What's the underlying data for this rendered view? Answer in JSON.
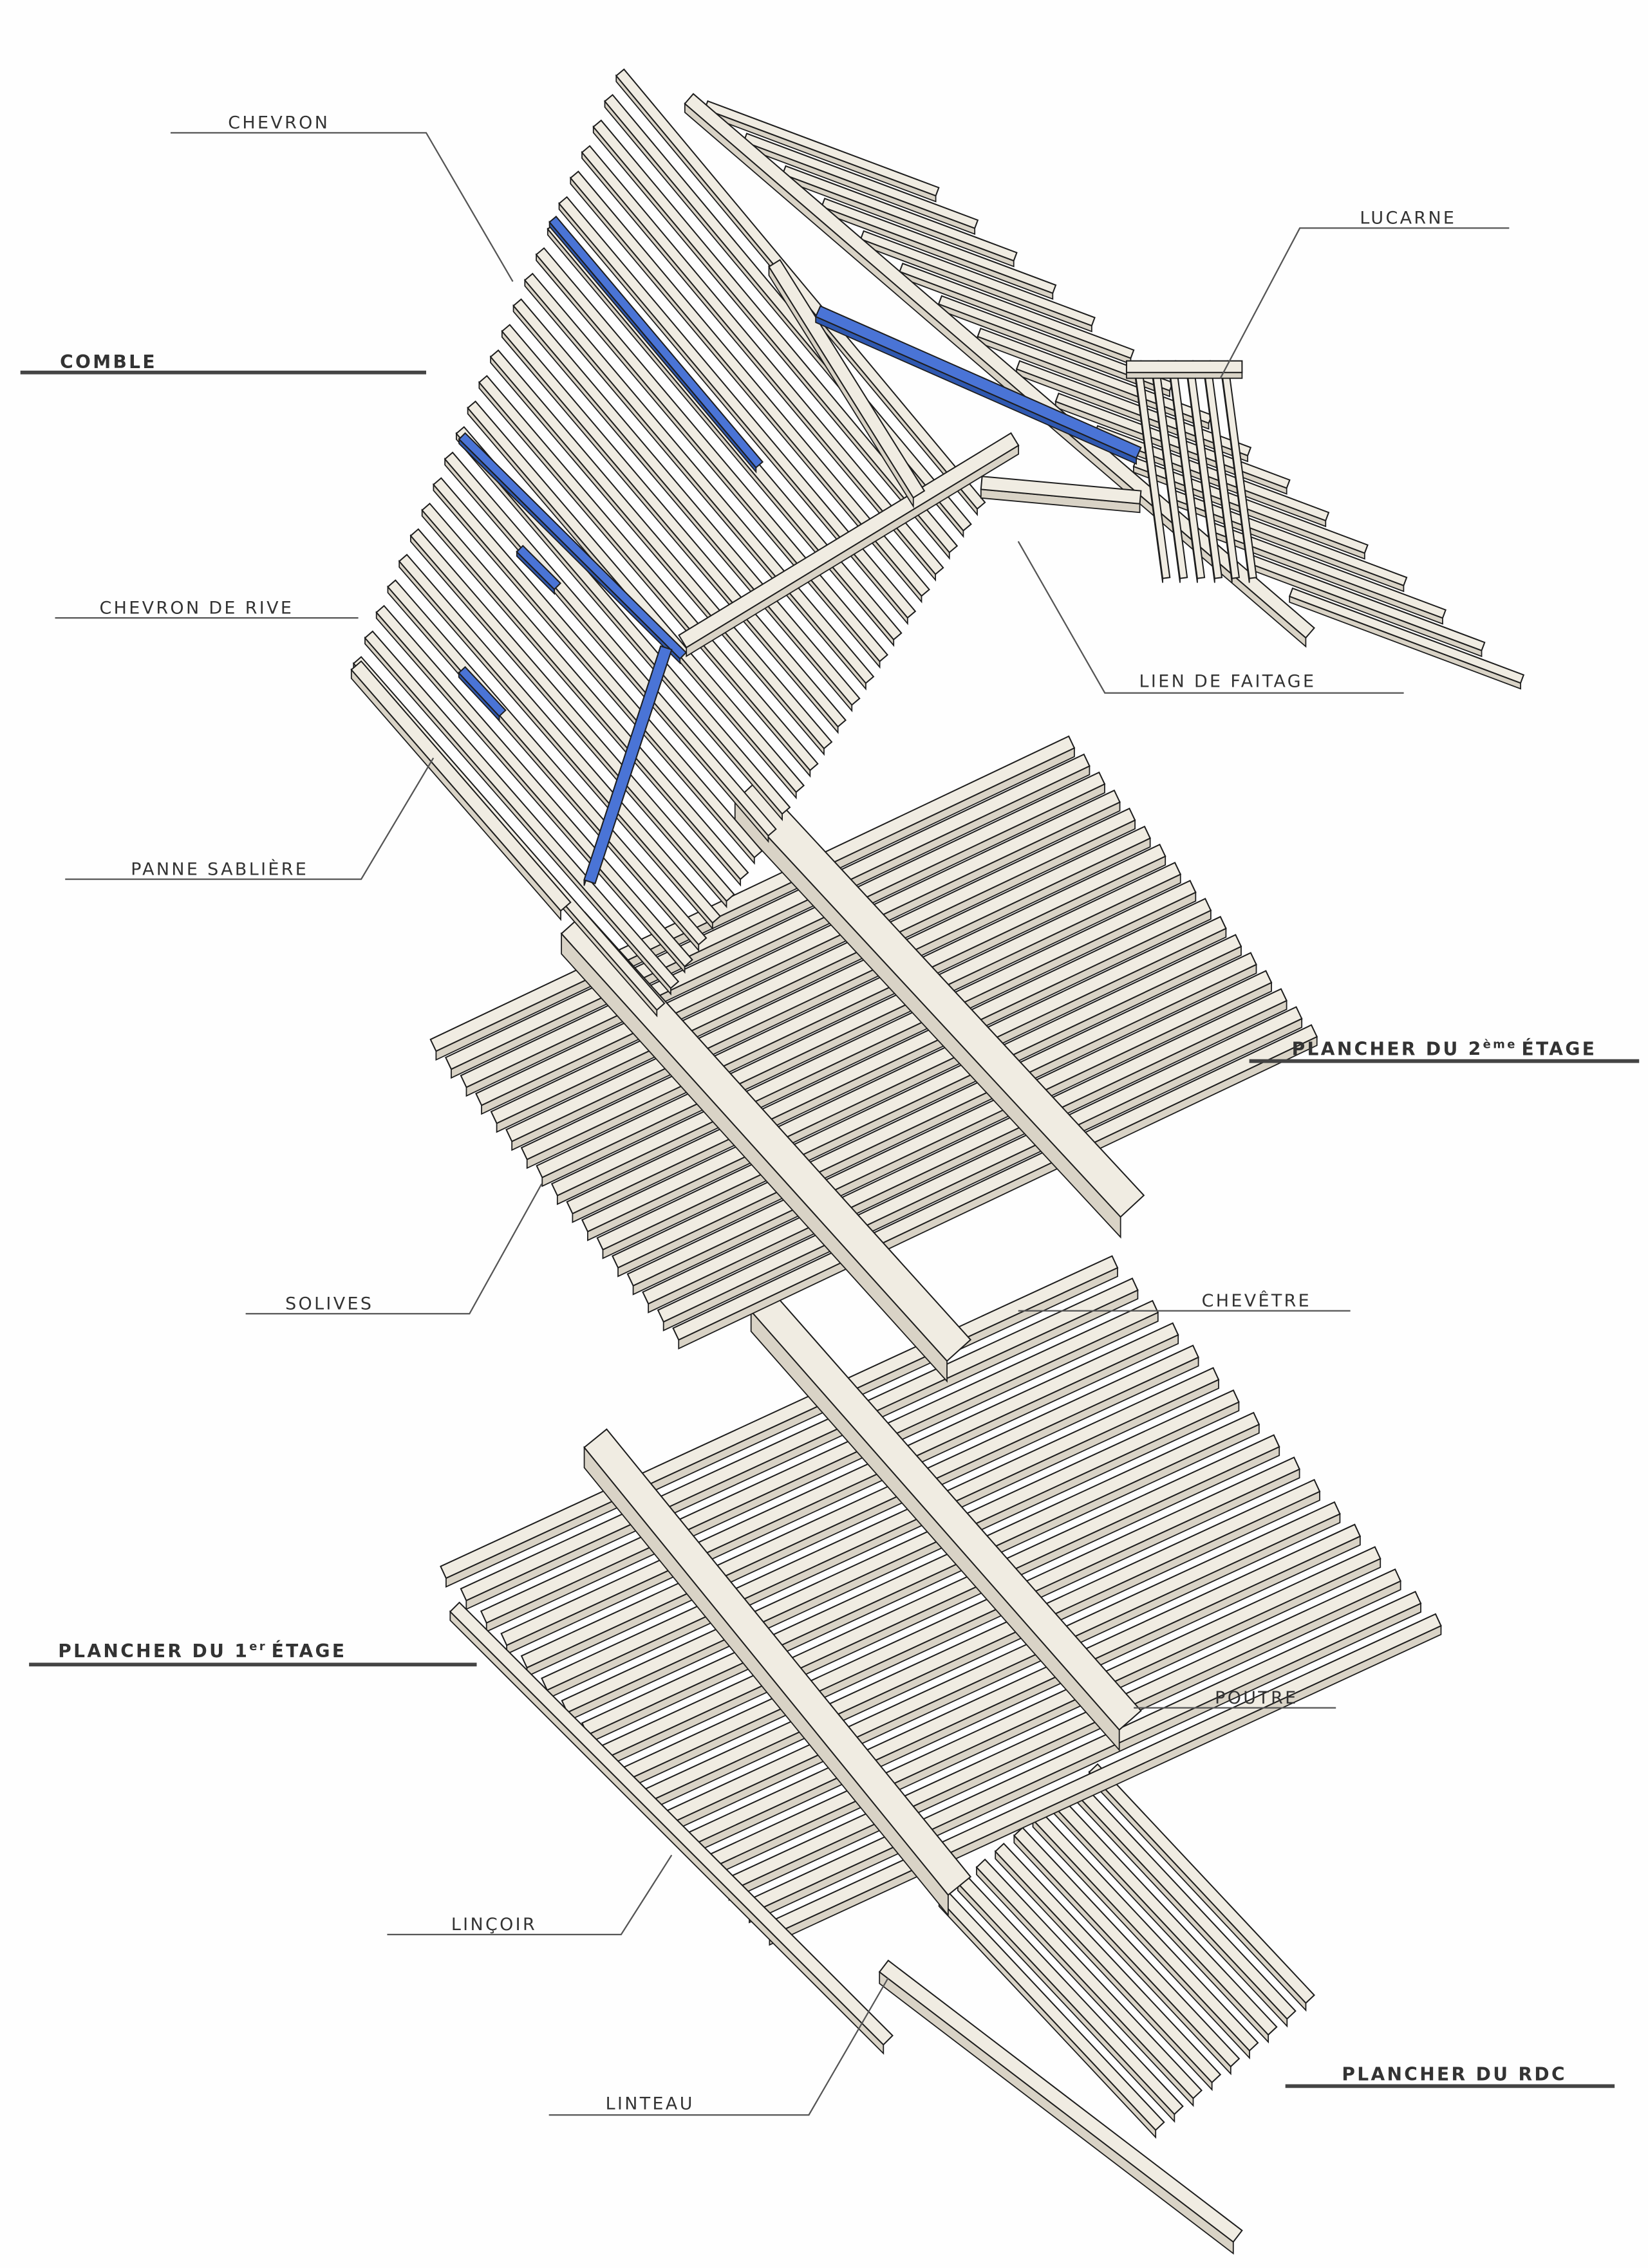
{
  "title": "Structure bois – vue éclatée",
  "labels": {
    "chevron": "CHEVRON",
    "lucarne": "LUCARNE",
    "comble": "COMBLE",
    "chevron_de_rive": "CHEVRON DE RIVE",
    "lien_de_faitage": "LIEN DE FAITAGE",
    "panne_sabliere": "PANNE SABLIÈRE",
    "plancher_2": {
      "main": "PLANCHER DU 2",
      "sup": "ème",
      "end": "ÉTAGE"
    },
    "solives": "SOLIVES",
    "chevetre": "CHEVÊTRE",
    "plancher_1": {
      "main": "PLANCHER DU 1",
      "sup": "er",
      "end": "ÉTAGE"
    },
    "poutre": "POUTRE",
    "lincoir": "LINÇOIR",
    "linteau": "LINTEAU",
    "plancher_rdc": "PLANCHER DU RDC"
  },
  "colors": {
    "wood": "#f0ece2",
    "ink": "#1e1e1e",
    "highlight": "#4a74d6",
    "leader": "#555555"
  }
}
